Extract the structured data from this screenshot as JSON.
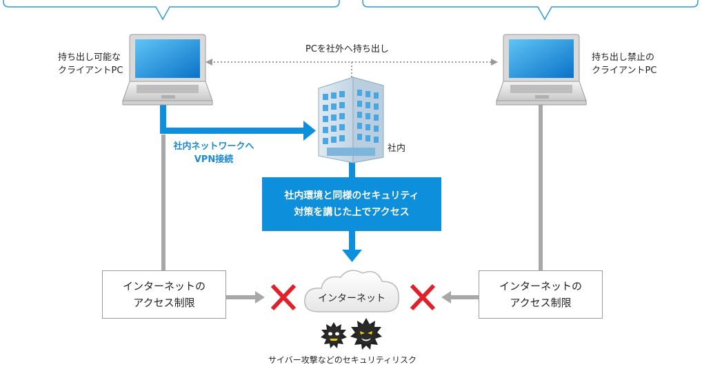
{
  "labels": {
    "left_pc_line1": "持ち出し可能な",
    "left_pc_line2": "クライアントPC",
    "right_pc_line1": "持ち出し禁止の",
    "right_pc_line2": "クライアントPC",
    "take_out": "PCを社外へ持ち出し",
    "vpn_line1": "社内ネットワークへ",
    "vpn_line2": "VPN接続",
    "office": "社内",
    "security_line1": "社内環境と同様のセキュリティ",
    "security_line2": "対策を講じた上でアクセス",
    "left_box_line1": "インターネットの",
    "left_box_line2": "アクセス制限",
    "right_box_line1": "インターネットの",
    "right_box_line2": "アクセス制限",
    "internet": "インターネット",
    "risk": "サイバー攻撃などのセキュリティリスク"
  },
  "colors": {
    "accent_blue": "#0d8fdb",
    "vpn_text_blue": "#1a8ad4",
    "callout_blue": "#2a9ad8",
    "connector_gray": "#a8a8a8",
    "cross_red": "#e0202a"
  }
}
